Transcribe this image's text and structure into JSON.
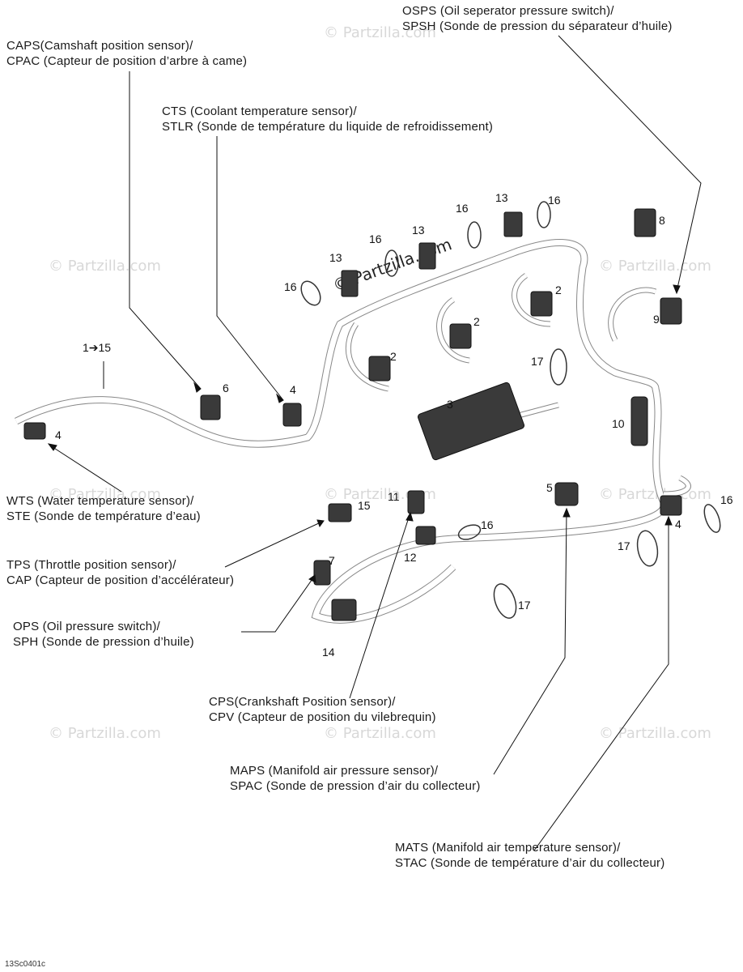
{
  "watermark": "© Partzilla.com",
  "callouts": {
    "osps": {
      "line1": "OSPS (Oil seperator pressure switch)/",
      "line2": "SPSH (Sonde de pression du séparateur d’huile)"
    },
    "caps": {
      "line1": "CAPS(Camshaft position sensor)/",
      "line2": "CPAC (Capteur de position d’arbre à came)"
    },
    "cts": {
      "line1": "CTS (Coolant temperature sensor)/",
      "line2": "STLR (Sonde de température du liquide de refroidissement)"
    },
    "wts": {
      "line1": "WTS (Water temperature sensor)/",
      "line2": "STE (Sonde de température d’eau)"
    },
    "tps": {
      "line1": "TPS (Throttle position sensor)/",
      "line2": "CAP (Capteur de position d’accélérateur)"
    },
    "ops": {
      "line1": "OPS (Oil pressure switch)/",
      "line2": "SPH (Sonde de pression d’huile)"
    },
    "cps": {
      "line1": "CPS(Crankshaft Position sensor)/",
      "line2": "CPV (Capteur de position du vilebrequin)"
    },
    "maps": {
      "line1": "MAPS (Manifold air pressure sensor)/",
      "line2": "SPAC (Sonde de pression d’air du collecteur)"
    },
    "mats": {
      "line1": "MATS (Manifold air temperature sensor)/",
      "line2": "STAC (Sonde de température d’air du collecteur)"
    }
  },
  "part_numbers": {
    "n1_15": "1➔15",
    "n2a": "2",
    "n2b": "2",
    "n2c": "2",
    "n3": "3",
    "n4a": "4",
    "n4b": "4",
    "n4c": "4",
    "n5": "5",
    "n6": "6",
    "n7": "7",
    "n8": "8",
    "n9": "9",
    "n10": "10",
    "n11": "11",
    "n12": "12",
    "n13a": "13",
    "n13b": "13",
    "n13c": "13",
    "n14": "14",
    "n15": "15",
    "n16a": "16",
    "n16b": "16",
    "n16c": "16",
    "n16d": "16",
    "n16e": "16",
    "n16f": "16",
    "n17a": "17",
    "n17b": "17",
    "n17c": "17"
  },
  "figure_code": "13Sc0401c"
}
